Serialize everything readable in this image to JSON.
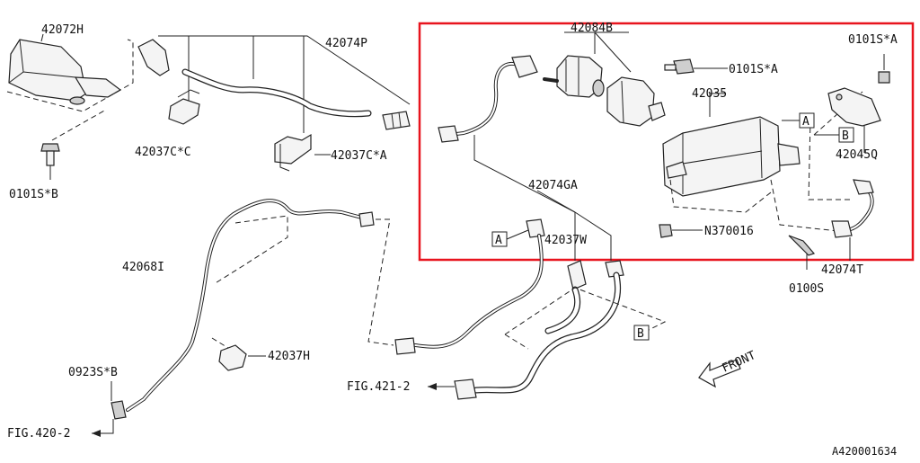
{
  "diagram": {
    "highlight_color": "#e8141e",
    "line_color": "#222222",
    "labels": {
      "p42072H": "42072H",
      "p42074P": "42074P",
      "p42084B": "42084B",
      "p0101SA_top": "0101S*A",
      "p0101SA_mid": "0101S*A",
      "p42035": "42035",
      "p42037CC": "42037C*C",
      "p42037CA": "42037C*A",
      "p0101SB": "0101S*B",
      "p42045Q": "42045Q",
      "p42074GA": "42074GA",
      "p42037W": "42037W",
      "pN370016": "N370016",
      "p42068I": "42068I",
      "p42074T": "42074T",
      "p0100S": "0100S",
      "p42037H": "42037H",
      "p0923SB": "0923S*B",
      "fig421": "FIG.421-2",
      "fig420": "FIG.420-2",
      "front": "FRONT",
      "refA1": "A",
      "refA2": "A",
      "refB1": "B",
      "refB2": "B",
      "drawing_no": "A420001634"
    }
  }
}
